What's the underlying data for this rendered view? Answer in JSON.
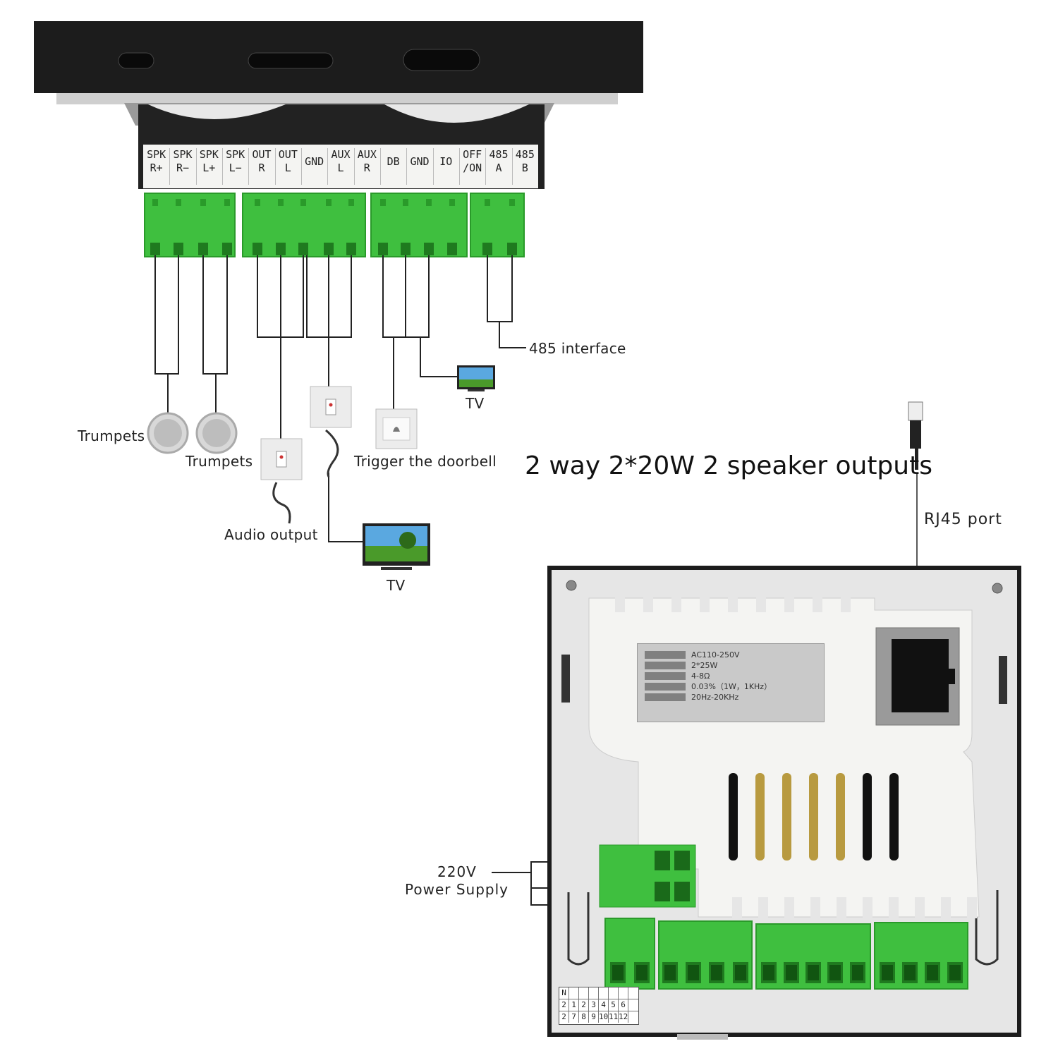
{
  "headline": "2 way 2*20W 2 speaker outputs",
  "terminals": [
    {
      "top": "SPK",
      "bottom": "R+"
    },
    {
      "top": "SPK",
      "bottom": "R−"
    },
    {
      "top": "SPK",
      "bottom": "L+"
    },
    {
      "top": "SPK",
      "bottom": "L−"
    },
    {
      "top": "OUT",
      "bottom": "R"
    },
    {
      "top": "OUT",
      "bottom": "L"
    },
    {
      "top": "GND",
      "bottom": ""
    },
    {
      "top": "AUX",
      "bottom": "L"
    },
    {
      "top": "AUX",
      "bottom": "R"
    },
    {
      "top": "DB",
      "bottom": ""
    },
    {
      "top": "GND",
      "bottom": ""
    },
    {
      "top": "IO",
      "bottom": ""
    },
    {
      "top": "OFF",
      "bottom": "/ON"
    },
    {
      "top": "485",
      "bottom": "A"
    },
    {
      "top": "485",
      "bottom": "B"
    }
  ],
  "labels": {
    "trumpets_1": "Trumpets",
    "trumpets_2": "Trumpets",
    "audio_output": "Audio output",
    "tv_1": "TV",
    "tv_2": "TV",
    "doorbell": "Trigger the doorbell",
    "interface_485": "485 interface",
    "rj45": "RJ45 port",
    "power_1": "220V",
    "power_2": "Power Supply"
  },
  "sticker": {
    "lines": [
      "AC110-250V",
      "2*25W",
      "4-8Ω",
      "0.03%（1W，1KHz）",
      "20Hz-20KHz"
    ]
  },
  "legend": {
    "row1": [
      "N",
      "",
      "",
      "",
      "",
      "",
      ""
    ],
    "row2": [
      "2",
      "1",
      "2",
      "3",
      "4",
      "5",
      "6"
    ],
    "row3": [
      "2",
      "7",
      "8",
      "9",
      "10",
      "11",
      "12"
    ]
  },
  "colors": {
    "terminal_green": "#3fbf3f",
    "panel_black": "#1c1c1c",
    "plate_white": "#f4f4f2",
    "frame_grey": "#e6e6e6",
    "sticker_grey": "#c9c9c9"
  }
}
